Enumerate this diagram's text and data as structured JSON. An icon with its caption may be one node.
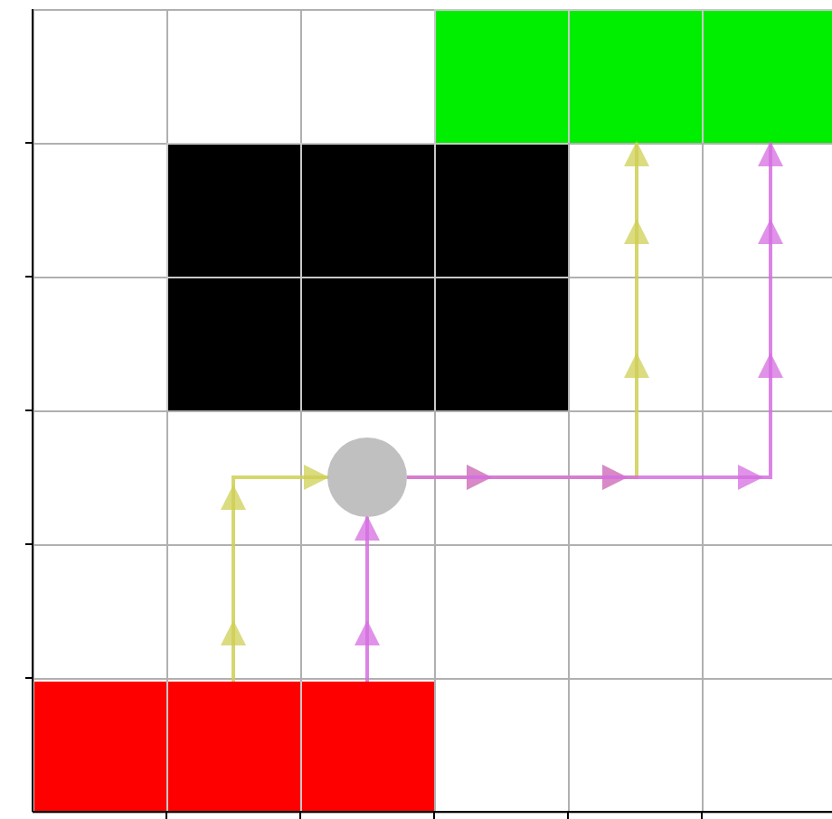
{
  "diagram": {
    "nodes": [
      {
        "text": [],
        "shape": "box"
      },
      {
        "text": [],
        "shape": "box"
      },
      {
        "text": [],
        "shape": "circle"
      },
      {
        "text": [],
        "shape": "box"
      }
    ],
    "edges": [
      {
        "from": 3,
        "to": 2,
        "arrow": "to",
        "color": "#cfcf55"
      },
      {
        "from": 2,
        "to": 0,
        "arrow": "to",
        "color": "#cfcf55"
      },
      {
        "from": 3,
        "to": 2,
        "arrow": "to",
        "color": "#d56ee0"
      },
      {
        "from": 2,
        "to": 0,
        "arrow": "to",
        "color": "#d56ee0"
      }
    ]
  }
}
